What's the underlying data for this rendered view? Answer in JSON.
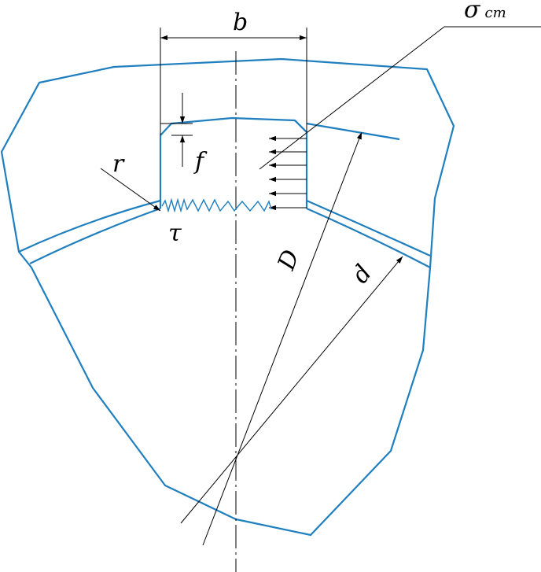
{
  "labels": {
    "b": "b",
    "sigma": "σ",
    "sigma_sub": "cm",
    "f": "f",
    "r": "r",
    "tau": "τ",
    "D": "D",
    "d": "d"
  },
  "colors": {
    "outline": "#1f7fbf",
    "dimension": "#000000"
  }
}
